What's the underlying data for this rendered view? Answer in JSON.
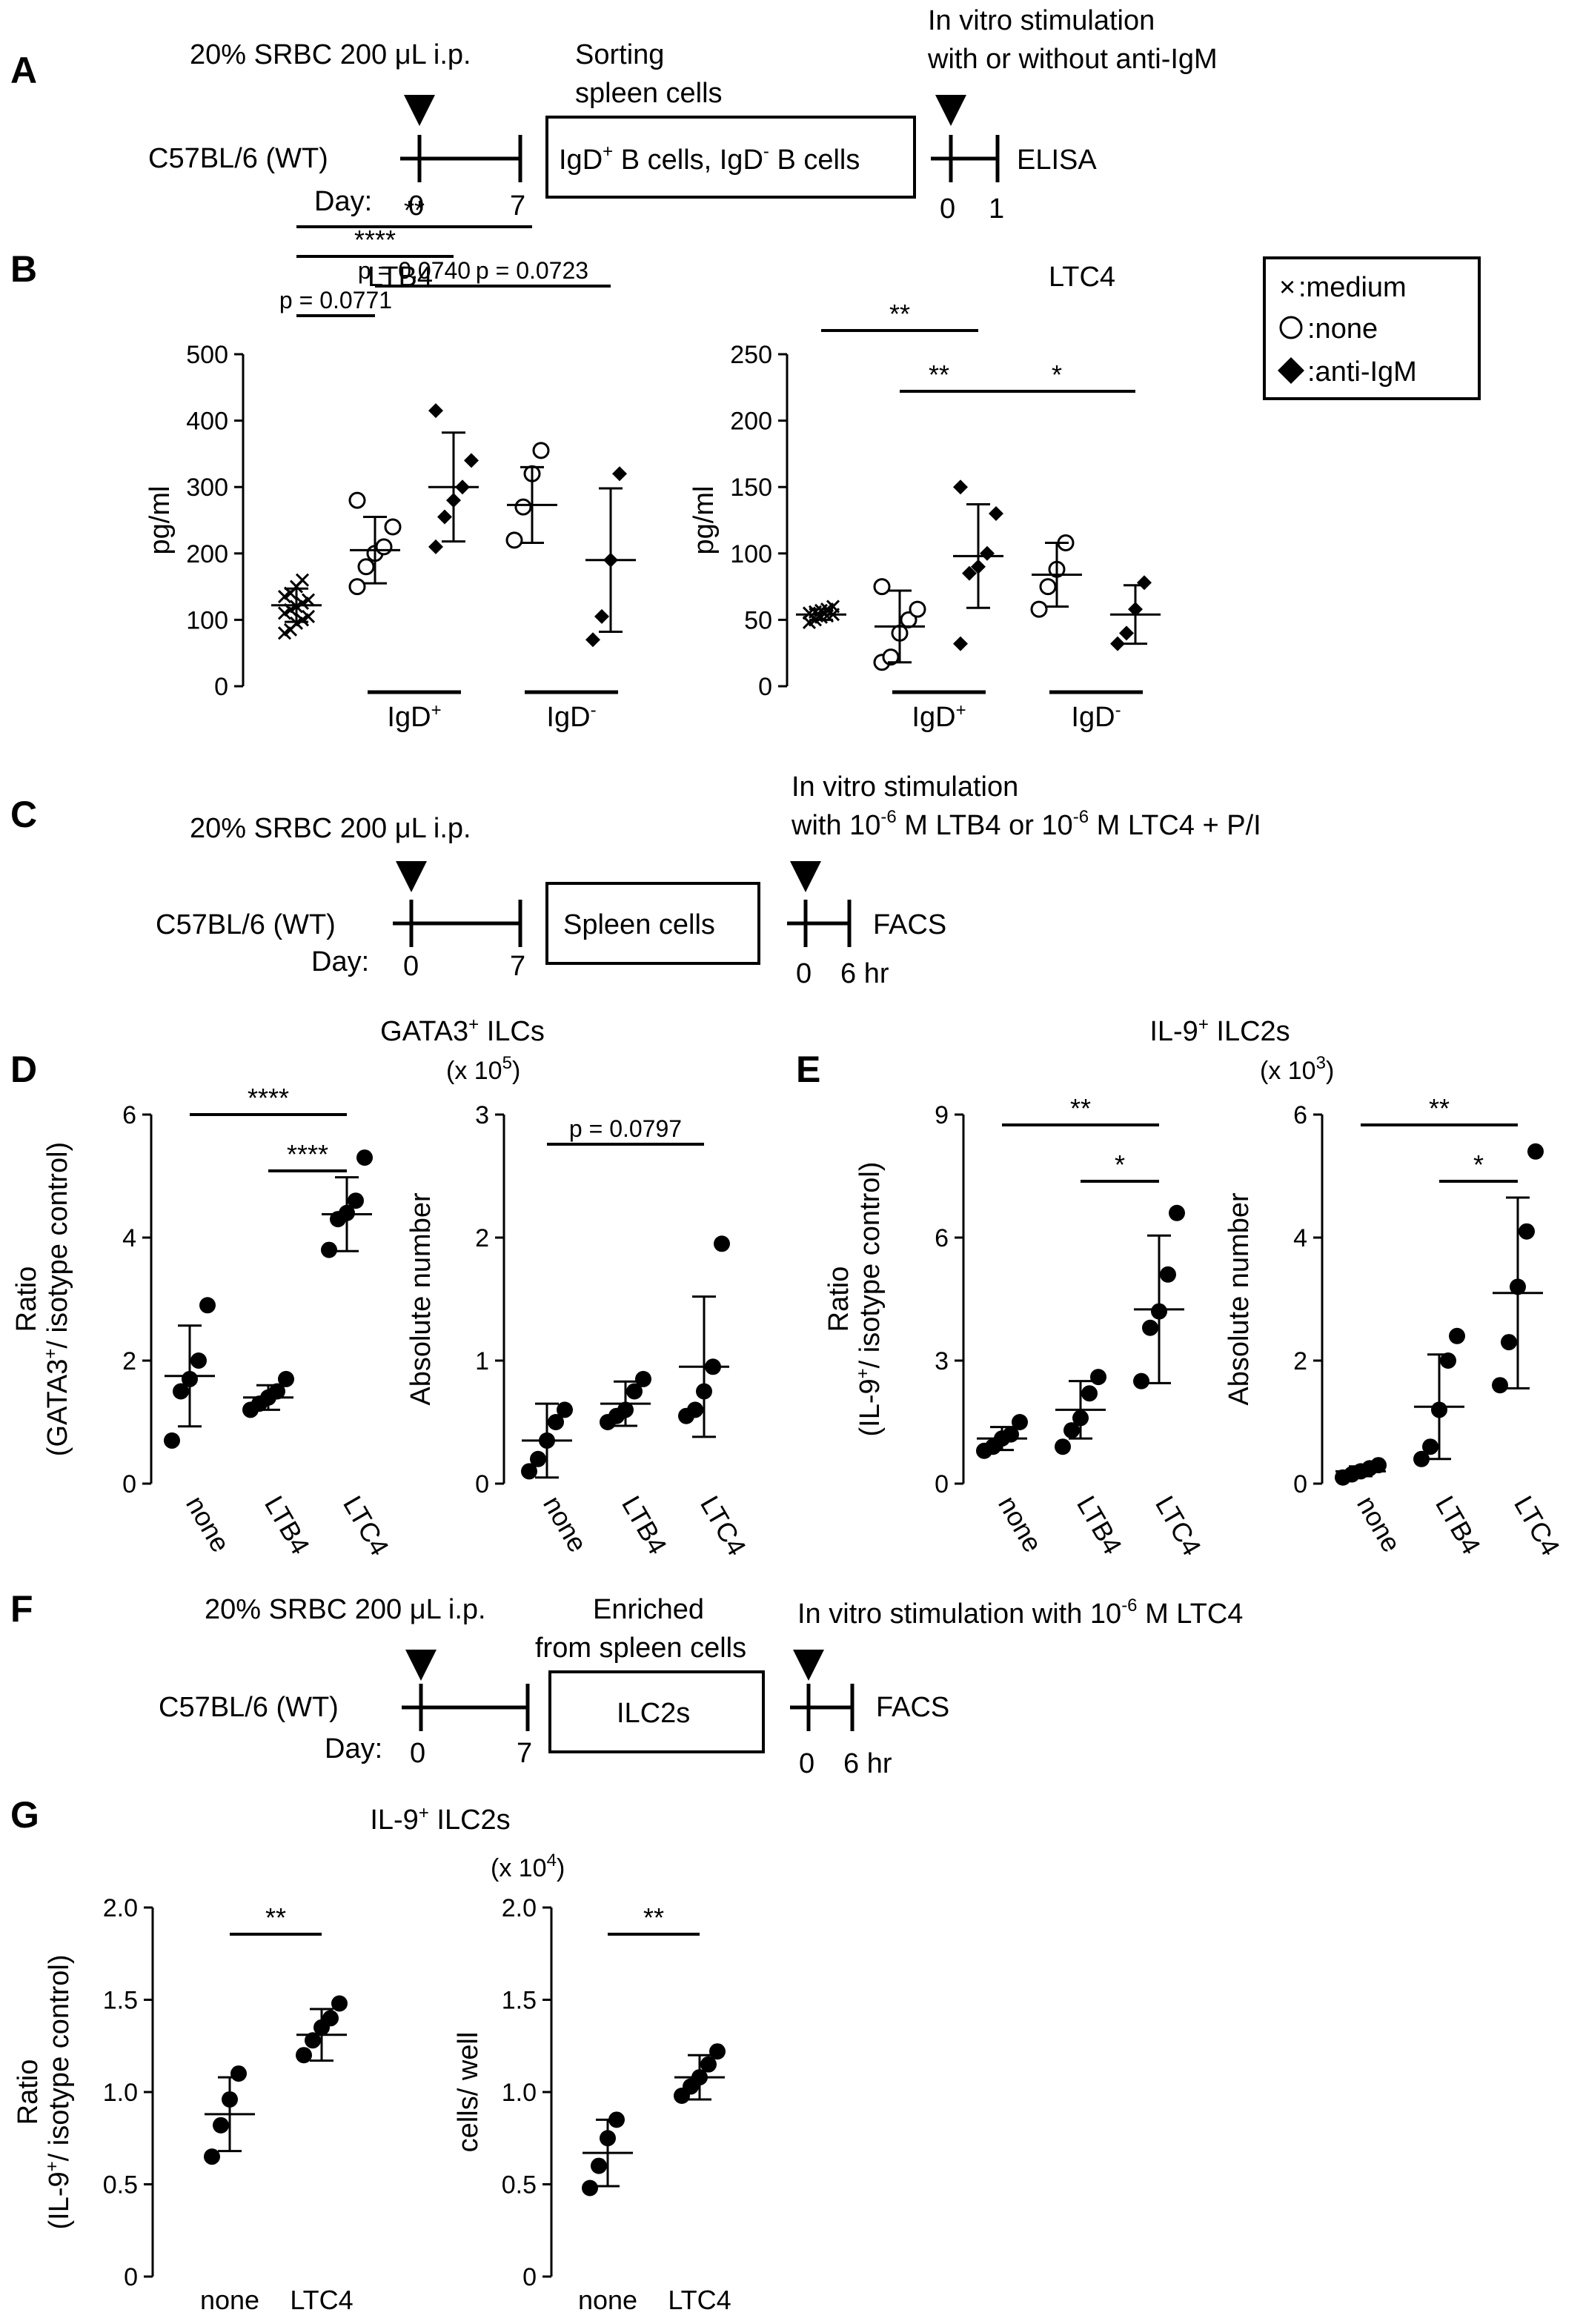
{
  "panels": {
    "A": {
      "label": "A"
    },
    "B": {
      "label": "B"
    },
    "C": {
      "label": "C"
    },
    "D": {
      "label": "D"
    },
    "E": {
      "label": "E"
    },
    "F": {
      "label": "F"
    },
    "G": {
      "label": "G"
    }
  },
  "timeline_A": {
    "injection": "20% SRBC 200 μL i.p.",
    "strain": "C57BL/6 (WT)",
    "day_label": "Day:",
    "day0": "0",
    "day7": "7",
    "sorting_line1": "Sorting",
    "sorting_line2": "spleen cells",
    "box_igd_plus": "IgD",
    "box_plus_sup": "+",
    "box_mid": " B cells, IgD",
    "box_minus_sup": "-",
    "box_end": " B cells",
    "stim_line1": "In vitro stimulation",
    "stim_line2": "with or without anti-IgM",
    "t0": "0",
    "t1": "1",
    "readout": "ELISA"
  },
  "timeline_C": {
    "injection": "20% SRBC 200 μL i.p.",
    "strain": "C57BL/6 (WT)",
    "day_label": "Day:",
    "day0": "0",
    "day7": "7",
    "box": "Spleen cells",
    "stim_line1": "In vitro stimulation",
    "stim_a": "with 10",
    "stim_exp1": "-6",
    "stim_b": " M LTB4 or 10",
    "stim_exp2": "-6",
    "stim_c": " M LTC4 + P/I",
    "t0": "0",
    "t6": "6 hr",
    "readout": "FACS"
  },
  "timeline_F": {
    "injection": "20% SRBC 200 μL i.p.",
    "strain": "C57BL/6 (WT)",
    "day_label": "Day:",
    "day0": "0",
    "day7": "7",
    "enriched_line1": "Enriched",
    "enriched_line2": "from spleen cells",
    "box": "ILC2s",
    "stim_a": "In vitro stimulation with 10",
    "stim_exp": "-6",
    "stim_b": " M LTC4",
    "t0": "0",
    "t6": "6 hr",
    "readout": "FACS"
  },
  "legend_B": {
    "medium_symbol": "×",
    "medium": ":medium",
    "none": ":none",
    "anti_igm": ":anti-IgM"
  },
  "colors": {
    "ink": "#000000",
    "background": "#ffffff"
  },
  "chart_data": [
    {
      "id": "B-LTB4",
      "type": "scatter",
      "title": "LTB4",
      "ylabel": "pg/ml",
      "ylim": [
        0,
        500
      ],
      "yticks": [
        "0",
        "100",
        "200",
        "300",
        "400",
        "500"
      ],
      "group_labels": [
        {
          "text": "IgD",
          "sup": "+"
        },
        {
          "text": "IgD",
          "sup": "-"
        }
      ],
      "series": [
        {
          "marker": "x",
          "points": [
            80,
            85,
            95,
            100,
            105,
            110,
            115,
            120,
            125,
            130,
            135,
            140,
            150,
            160
          ],
          "mean": 122,
          "sd": 25
        },
        {
          "marker": "open",
          "points": [
            150,
            180,
            200,
            210,
            240,
            280
          ],
          "mean": 205,
          "sd": 50
        },
        {
          "marker": "diamond",
          "points": [
            210,
            255,
            280,
            300,
            340,
            415
          ],
          "mean": 300,
          "sd": 82
        },
        {
          "marker": "open",
          "points": [
            220,
            270,
            320,
            355
          ],
          "mean": 273,
          "sd": 57
        },
        {
          "marker": "diamond",
          "points": [
            70,
            105,
            190,
            320
          ],
          "mean": 190,
          "sd": 108
        }
      ],
      "brackets": [
        {
          "from": 0,
          "to": 3,
          "label": "**",
          "level": 4
        },
        {
          "from": 0,
          "to": 2,
          "label": "****",
          "level": 3
        },
        {
          "from": 1,
          "to": 2,
          "label": "p = 0.0740",
          "level": 2
        },
        {
          "from": 2,
          "to": 4,
          "label": "p = 0.0723",
          "level": 2
        },
        {
          "from": 0,
          "to": 1,
          "label": "p = 0.0771",
          "level": 1
        }
      ]
    },
    {
      "id": "B-LTC4",
      "type": "scatter",
      "title": "LTC4",
      "ylabel": "pg/ml",
      "ylim": [
        0,
        250
      ],
      "yticks": [
        "0",
        "50",
        "100",
        "150",
        "200",
        "250"
      ],
      "group_labels": [
        {
          "text": "IgD",
          "sup": "+"
        },
        {
          "text": "IgD",
          "sup": "-"
        }
      ],
      "series": [
        {
          "marker": "x",
          "points": [
            48,
            50,
            52,
            53,
            54,
            55,
            56,
            57,
            58,
            60
          ],
          "mean": 54,
          "sd": 4
        },
        {
          "marker": "open",
          "points": [
            18,
            22,
            40,
            50,
            58,
            75
          ],
          "mean": 45,
          "sd": 27
        },
        {
          "marker": "diamond",
          "points": [
            32,
            85,
            90,
            100,
            130,
            150
          ],
          "mean": 98,
          "sd": 39
        },
        {
          "marker": "open",
          "points": [
            58,
            75,
            88,
            108
          ],
          "mean": 84,
          "sd": 24
        },
        {
          "marker": "diamond",
          "points": [
            32,
            40,
            58,
            78
          ],
          "mean": 54,
          "sd": 22
        }
      ],
      "brackets": [
        {
          "from": 0,
          "to": 2,
          "label": "**",
          "level": 2
        },
        {
          "from": 1,
          "to": 2,
          "label": "**",
          "level": 1
        },
        {
          "from": 2,
          "to": 4,
          "label": "*",
          "level": 1
        }
      ]
    },
    {
      "id": "D-ratio",
      "type": "scatter",
      "title": "GATA3",
      "title_sup": "+",
      "title_end": " ILCs",
      "ylabel1": "Ratio",
      "ylabel2": "(GATA3",
      "ylabel2_sup": "+",
      "ylabel2_end": "/ isotype control)",
      "ylim": [
        0,
        6
      ],
      "yticks": [
        "0",
        "2",
        "4",
        "6"
      ],
      "categories": [
        "none",
        "LTB4",
        "LTC4"
      ],
      "series": [
        {
          "marker": "filled",
          "points": [
            0.7,
            1.5,
            1.7,
            2.0,
            2.9
          ],
          "mean": 1.75,
          "sd": 0.82
        },
        {
          "marker": "filled",
          "points": [
            1.2,
            1.3,
            1.4,
            1.5,
            1.7
          ],
          "mean": 1.4,
          "sd": 0.2
        },
        {
          "marker": "filled",
          "points": [
            3.8,
            4.3,
            4.4,
            4.6,
            5.3
          ],
          "mean": 4.38,
          "sd": 0.6
        }
      ],
      "brackets": [
        {
          "from": 0,
          "to": 2,
          "label": "****",
          "level": 2
        },
        {
          "from": 1,
          "to": 2,
          "label": "****",
          "level": 1
        }
      ]
    },
    {
      "id": "D-absolute",
      "type": "scatter",
      "multiplier": "(x 10",
      "multiplier_sup": "5",
      "multiplier_end": ")",
      "ylabel": "Absolute number",
      "ylim": [
        0,
        3
      ],
      "yticks": [
        "0",
        "1",
        "2",
        "3"
      ],
      "categories": [
        "none",
        "LTB4",
        "LTC4"
      ],
      "series": [
        {
          "marker": "filled",
          "points": [
            0.1,
            0.2,
            0.35,
            0.5,
            0.6
          ],
          "mean": 0.35,
          "sd": 0.3
        },
        {
          "marker": "filled",
          "points": [
            0.5,
            0.55,
            0.6,
            0.75,
            0.85
          ],
          "mean": 0.65,
          "sd": 0.18
        },
        {
          "marker": "filled",
          "points": [
            0.55,
            0.6,
            0.75,
            0.95,
            1.95
          ],
          "mean": 0.95,
          "sd": 0.57
        }
      ],
      "brackets": [
        {
          "from": 0,
          "to": 2,
          "label": "p = 0.0797",
          "level": 1
        }
      ]
    },
    {
      "id": "E-ratio",
      "type": "scatter",
      "title": "IL-9",
      "title_sup": "+",
      "title_end": " ILC2s",
      "ylabel1": "Ratio",
      "ylabel2": "(IL-9",
      "ylabel2_sup": "+",
      "ylabel2_end": "/ isotype control)",
      "ylim": [
        0,
        9
      ],
      "yticks": [
        "0",
        "3",
        "6",
        "9"
      ],
      "categories": [
        "none",
        "LTB4",
        "LTC4"
      ],
      "series": [
        {
          "marker": "filled",
          "points": [
            0.8,
            0.9,
            1.1,
            1.2,
            1.5
          ],
          "mean": 1.1,
          "sd": 0.28
        },
        {
          "marker": "filled",
          "points": [
            0.9,
            1.3,
            1.6,
            2.2,
            2.6
          ],
          "mean": 1.8,
          "sd": 0.7
        },
        {
          "marker": "filled",
          "points": [
            2.5,
            3.8,
            4.2,
            5.1,
            6.6
          ],
          "mean": 4.25,
          "sd": 1.8
        }
      ],
      "brackets": [
        {
          "from": 0,
          "to": 2,
          "label": "**",
          "level": 2
        },
        {
          "from": 1,
          "to": 2,
          "label": "*",
          "level": 1
        }
      ]
    },
    {
      "id": "E-absolute",
      "type": "scatter",
      "multiplier": "(x 10",
      "multiplier_sup": "3",
      "multiplier_end": ")",
      "ylabel": "Absolute number",
      "ylim": [
        0,
        6
      ],
      "yticks": [
        "0",
        "2",
        "4",
        "6"
      ],
      "categories": [
        "none",
        "LTB4",
        "LTC4"
      ],
      "series": [
        {
          "marker": "filled",
          "points": [
            0.1,
            0.15,
            0.2,
            0.25,
            0.3
          ],
          "mean": 0.2,
          "sd": 0.08
        },
        {
          "marker": "filled",
          "points": [
            0.4,
            0.6,
            1.2,
            2.0,
            2.4
          ],
          "mean": 1.25,
          "sd": 0.85
        },
        {
          "marker": "filled",
          "points": [
            1.6,
            2.3,
            3.2,
            4.1,
            5.4
          ],
          "mean": 3.1,
          "sd": 1.55
        }
      ],
      "brackets": [
        {
          "from": 0,
          "to": 2,
          "label": "**",
          "level": 2
        },
        {
          "from": 1,
          "to": 2,
          "label": "*",
          "level": 1
        }
      ]
    },
    {
      "id": "G-ratio",
      "type": "scatter",
      "title": "IL-9",
      "title_sup": "+",
      "title_end": " ILC2s",
      "ylabel1": "Ratio",
      "ylabel2": "(IL-9",
      "ylabel2_sup": "+",
      "ylabel2_end": "/ isotype control)",
      "ylim": [
        0,
        2.0
      ],
      "yticks": [
        "0",
        "0.5",
        "1.0",
        "1.5",
        "2.0"
      ],
      "categories": [
        "none",
        "LTC4"
      ],
      "series": [
        {
          "marker": "filled",
          "points": [
            0.65,
            0.82,
            0.96,
            1.1
          ],
          "mean": 0.88,
          "sd": 0.2
        },
        {
          "marker": "filled",
          "points": [
            1.2,
            1.28,
            1.35,
            1.4,
            1.48
          ],
          "mean": 1.31,
          "sd": 0.14
        }
      ],
      "brackets": [
        {
          "from": 0,
          "to": 1,
          "label": "**",
          "level": 1
        }
      ]
    },
    {
      "id": "G-cells",
      "type": "scatter",
      "multiplier": "(x 10",
      "multiplier_sup": "4",
      "multiplier_end": ")",
      "ylabel": "cells/ well",
      "ylim": [
        0,
        2.0
      ],
      "yticks": [
        "0",
        "0.5",
        "1.0",
        "1.5",
        "2.0"
      ],
      "categories": [
        "none",
        "LTC4"
      ],
      "series": [
        {
          "marker": "filled",
          "points": [
            0.48,
            0.6,
            0.75,
            0.85
          ],
          "mean": 0.67,
          "sd": 0.18
        },
        {
          "marker": "filled",
          "points": [
            0.98,
            1.03,
            1.08,
            1.15,
            1.22
          ],
          "mean": 1.08,
          "sd": 0.12
        }
      ],
      "brackets": [
        {
          "from": 0,
          "to": 1,
          "label": "**",
          "level": 1
        }
      ]
    }
  ]
}
